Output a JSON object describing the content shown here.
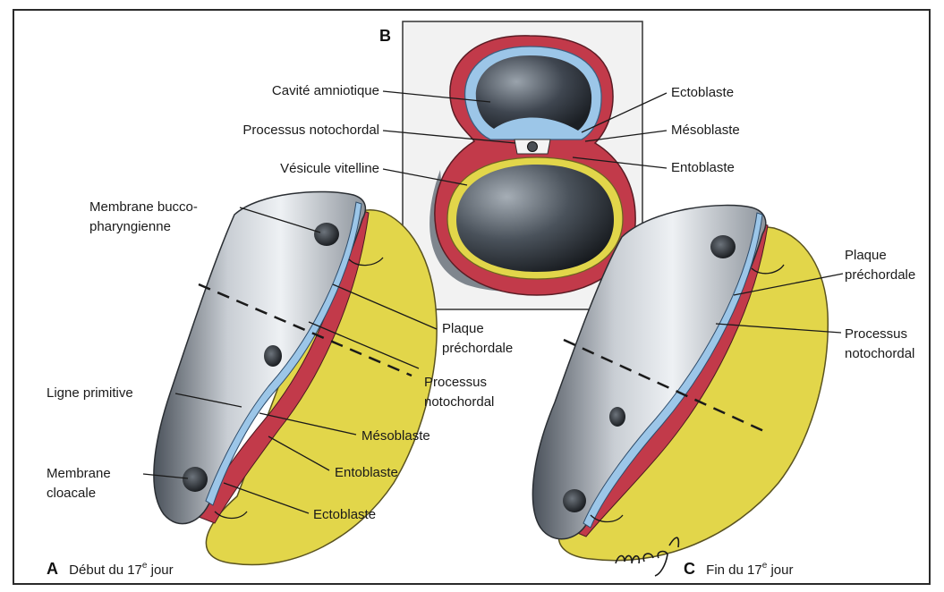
{
  "panel_B": {
    "letter": "B",
    "labels": {
      "cavite": "Cavité amniotique",
      "processus": "Processus notochordal",
      "vesicule": "Vésicule vitelline",
      "ectoblaste": "Ectoblaste",
      "mesoblaste": "Mésoblaste",
      "entoblaste": "Entoblaste"
    }
  },
  "panel_A": {
    "letter": "A",
    "caption": "Début du 17",
    "caption_sup": "e",
    "caption_end": " jour",
    "labels": {
      "membrane_bucco_1": "Membrane bucco-",
      "membrane_bucco_2": "pharyngienne",
      "ligne": "Ligne primitive",
      "membrane_cloacale_1": "Membrane",
      "membrane_cloacale_2": "cloacale",
      "plaque_1": "Plaque",
      "plaque_2": "préchordale",
      "processus_1": "Processus",
      "processus_2": "notochordal",
      "mesoblaste": "Mésoblaste",
      "entoblaste": "Entoblaste",
      "ectoblaste": "Ectoblaste"
    }
  },
  "panel_C": {
    "letter": "C",
    "caption": "Fin du 17",
    "caption_sup": "e",
    "caption_end": " jour",
    "labels": {
      "plaque_1": "Plaque",
      "plaque_2": "préchordale",
      "processus_1": "Processus",
      "processus_2": "notochordal"
    }
  },
  "signature": "mcq",
  "colors": {
    "yolk": "#e2d64a",
    "red": "#c23a4a",
    "blue": "#9cc6e8",
    "purple": "#a287c8",
    "grey_light": "#e8ecf0",
    "grey_dark": "#3a3f46"
  }
}
